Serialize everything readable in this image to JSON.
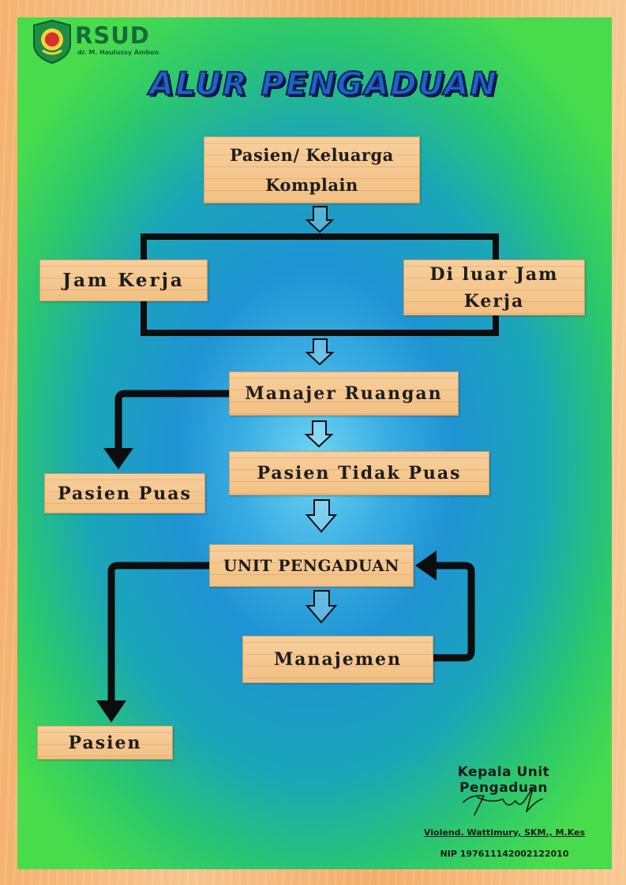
{
  "header": {
    "logo_name": "RSUD",
    "logo_subtitle": "dr. M. Haulussy Ambon",
    "title": "ALUR PENGADUAN"
  },
  "boxes": {
    "complaint": "Pasien/ Keluarga Komplain",
    "jam_kerja": "Jam Kerja",
    "luar_jam_kerja": "Di luar Jam Kerja",
    "manajer_ruangan": "Manajer Ruangan",
    "pasien_tidak_puas": "Pasien Tidak Puas",
    "pasien_puas": "Pasien Puas",
    "unit_pengaduan": "UNIT PENGADUAN",
    "manajemen": "Manajemen",
    "pasien": "Pasien"
  },
  "signature": {
    "title": "Kepala Unit Pengaduan",
    "name": "Violend. Wattimury, SKM., M.Kes",
    "nip": "NIP 197611142002122010"
  },
  "colors": {
    "title_blue": "#1f63c6",
    "logo_green": "#176b3a",
    "wood": "#f4c58b",
    "background_center": "#6fd5f3",
    "background_edge": "#48dc4c"
  }
}
